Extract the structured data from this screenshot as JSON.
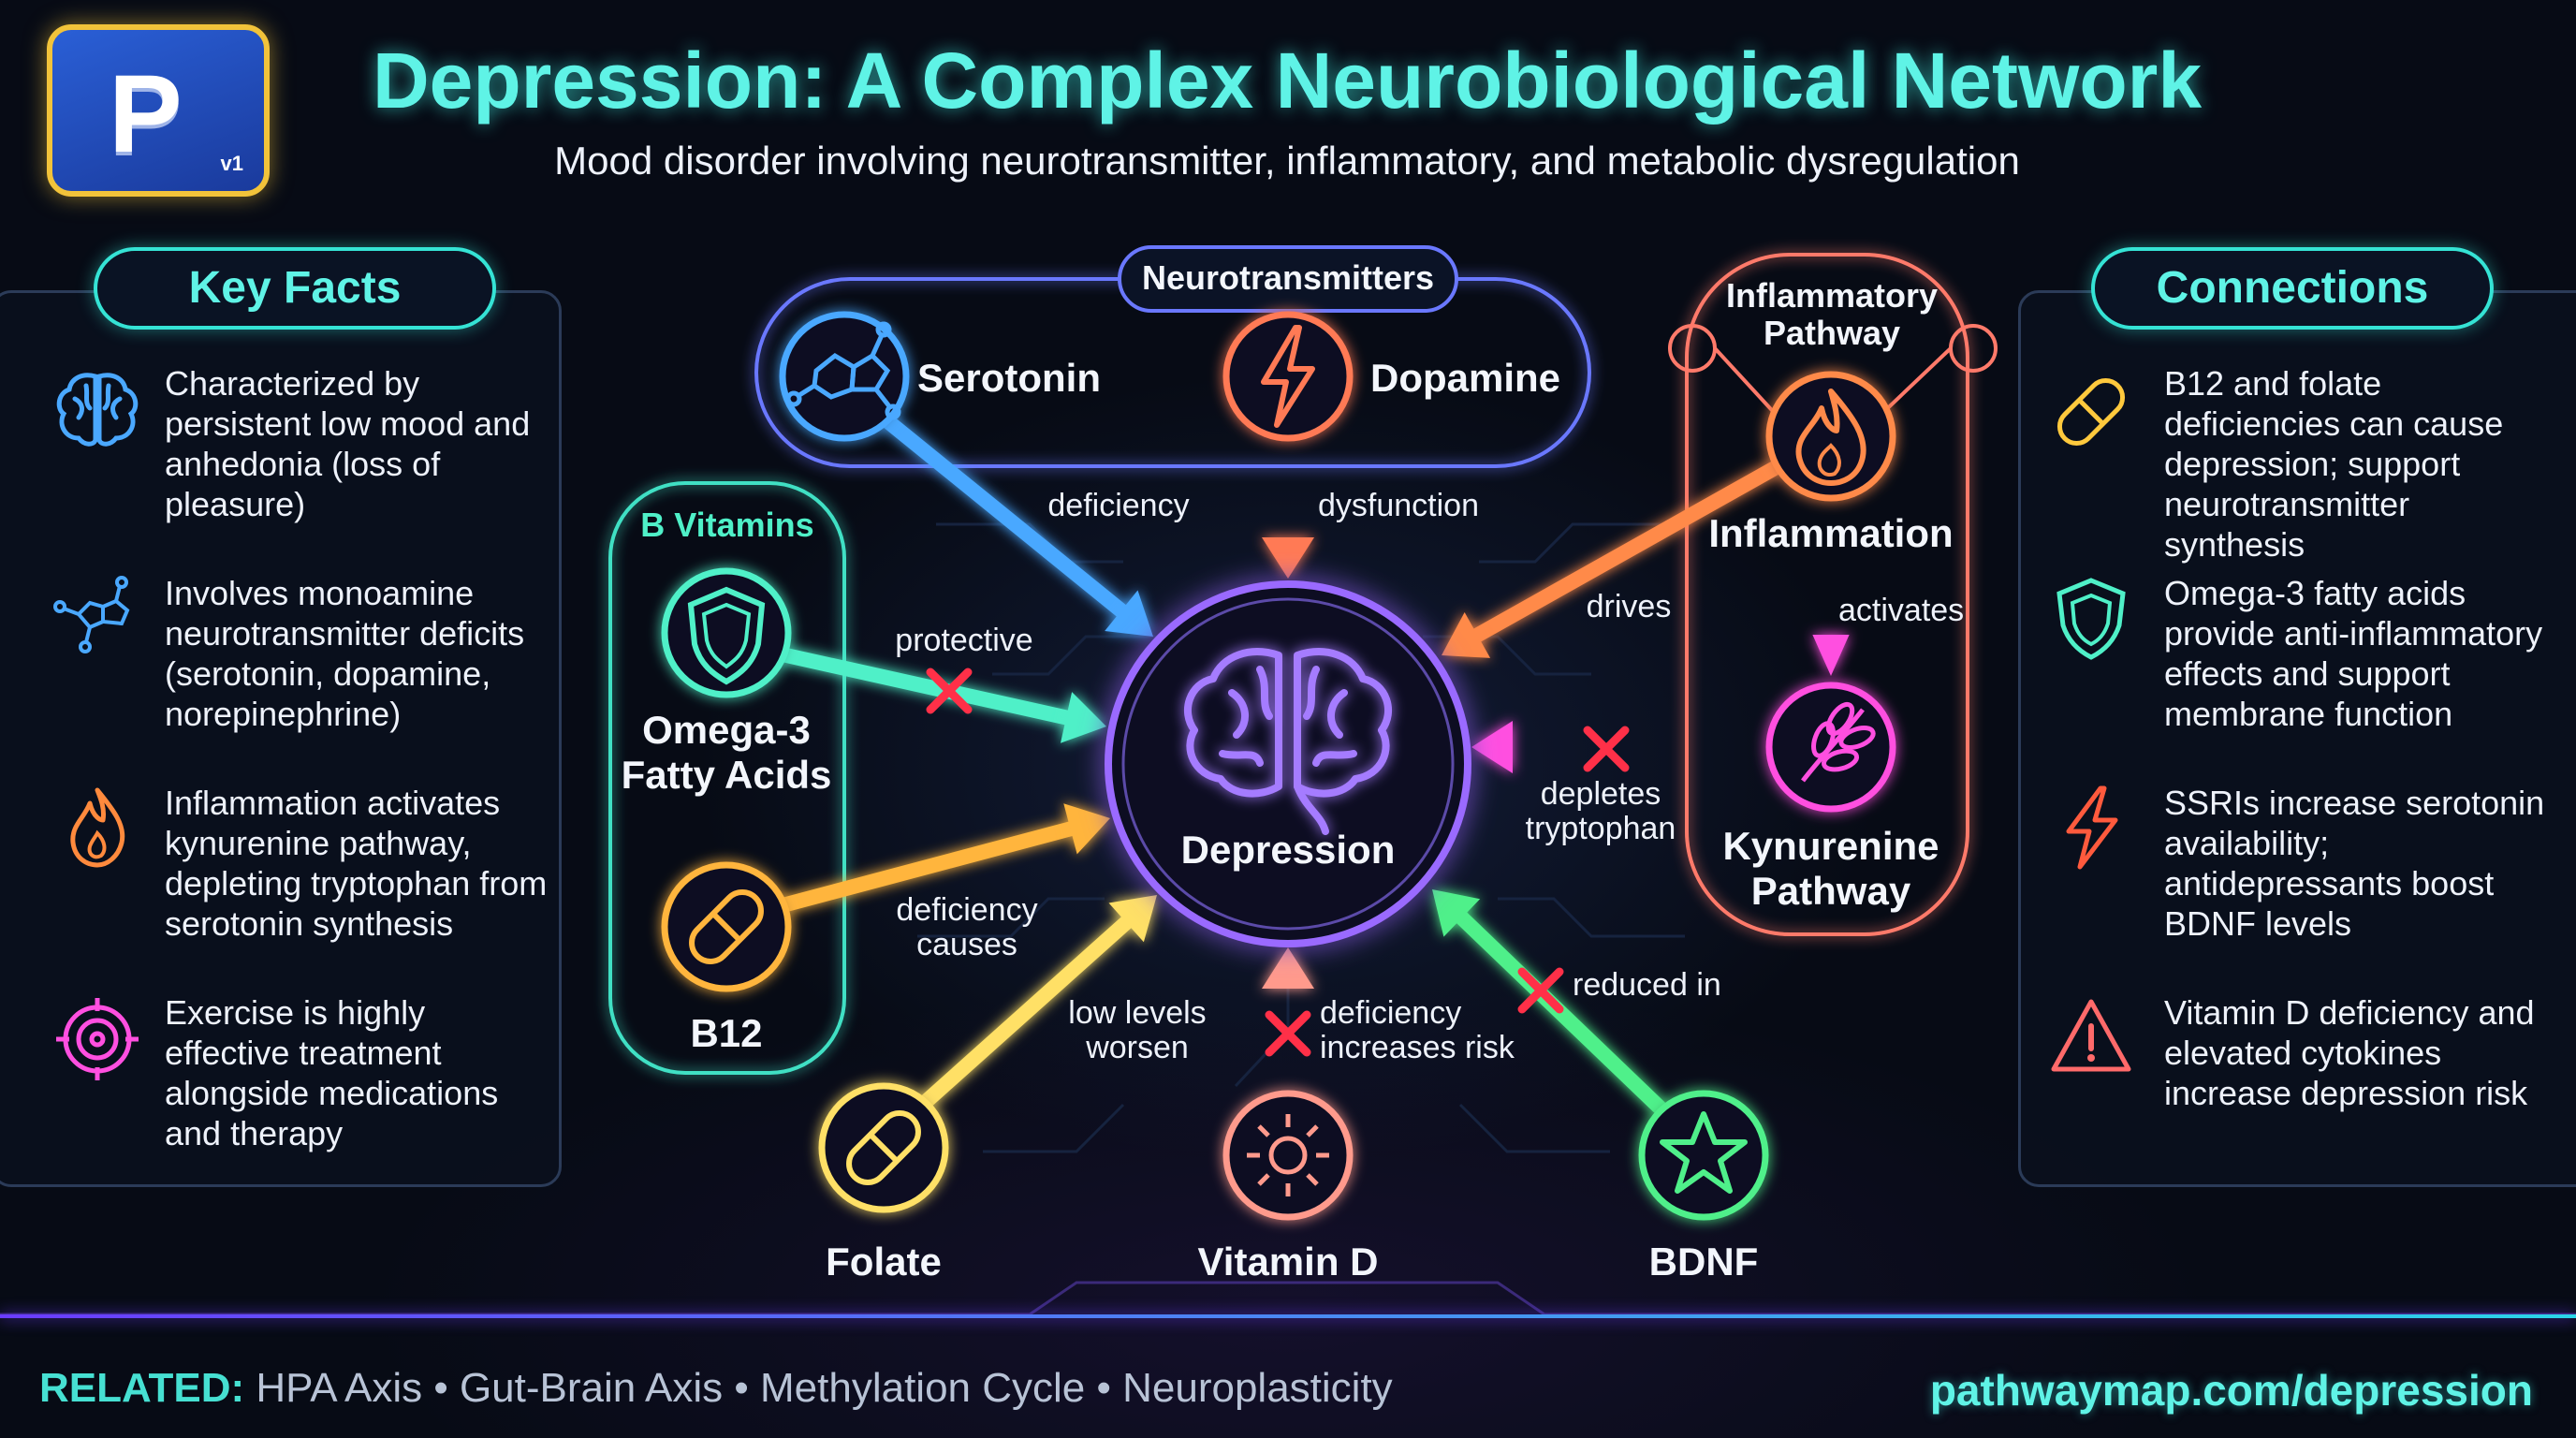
{
  "header": {
    "logo_letter": "P",
    "logo_version": "v1",
    "title": "Depression: A Complex Neurobiological Network",
    "subtitle": "Mood disorder involving neurotransmitter, inflammatory, and metabolic dysregulation"
  },
  "key_facts": {
    "heading": "Key Facts",
    "items": [
      {
        "icon": "brain-icon",
        "text": "Characterized by persistent low mood and anhedonia (loss of pleasure)"
      },
      {
        "icon": "molecule-icon",
        "text": "Involves monoamine neurotransmitter deficits (serotonin, dopamine, norepinephrine)"
      },
      {
        "icon": "flame-icon",
        "text": "Inflammation activates kynurenine pathway, depleting tryptophan from serotonin synthesis"
      },
      {
        "icon": "target-icon",
        "text": "Exercise is highly effective treatment alongside medications and therapy"
      }
    ]
  },
  "connections": {
    "heading": "Connections",
    "items": [
      {
        "icon": "pill-icon",
        "text": "B12 and folate deficiencies can cause depression; support neurotransmitter synthesis"
      },
      {
        "icon": "shield-icon",
        "text": "Omega-3 fatty acids provide anti-inflammatory effects and support membrane function"
      },
      {
        "icon": "lightning-icon",
        "text": "SSRIs increase serotonin availability; antidepressants boost BDNF levels"
      },
      {
        "icon": "warning-icon",
        "text": "Vitamin D deficiency and elevated cytokines increase depression risk"
      }
    ]
  },
  "diagram": {
    "center": "Depression",
    "groups": {
      "neurotransmitters": "Neurotransmitters",
      "b_vitamins": "B Vitamins",
      "inflammatory": "Inflammatory Pathway"
    },
    "nodes": {
      "serotonin": "Serotonin",
      "dopamine": "Dopamine",
      "omega3": "Omega-3 Fatty Acids",
      "b12": "B12",
      "folate": "Folate",
      "vitamin_d": "Vitamin D",
      "bdnf": "BDNF",
      "inflammation": "Inflammation",
      "kynurenine": "Kynurenine Pathway"
    },
    "edges": {
      "serotonin": "deficiency",
      "dopamine": "dysfunction",
      "omega3": "protective",
      "b12": "deficiency causes",
      "folate": "low levels worsen",
      "vitamin_d": "deficiency increases risk",
      "bdnf": "reduced in",
      "inflammation": "drives",
      "inflammation_kynurenine": "activates",
      "kynurenine": "depletes tryptophan"
    },
    "colors": {
      "serotonin": "#4aa8ff",
      "dopamine": "#ff7a55",
      "omega3": "#4ff0c8",
      "b12": "#ffb53d",
      "folate": "#ffe066",
      "vitamin_d": "#ff9a8c",
      "bdnf": "#4ff08a",
      "inflammation": "#ff8a4a",
      "kynurenine": "#ff4fe0",
      "center": "#9a6bff",
      "inhibit": "#ff3048"
    }
  },
  "footer": {
    "related_label": "RELATED:",
    "related_items": "HPA Axis • Gut-Brain Axis • Methylation Cycle • Neuroplasticity",
    "url": "pathwaymap.com/depression"
  }
}
